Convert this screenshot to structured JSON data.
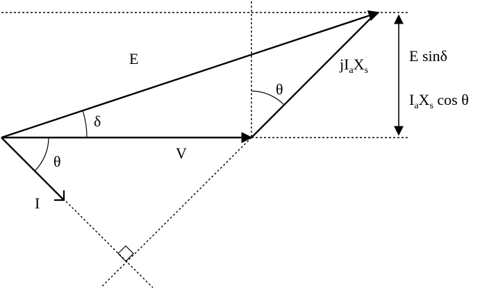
{
  "diagram": {
    "title": "",
    "colors": {
      "stroke": "#000000",
      "background": "#ffffff"
    },
    "labels": {
      "E": "E",
      "V": "V",
      "I": "I",
      "delta": "δ",
      "theta_origin": "θ",
      "theta_tip": "θ",
      "jIaXs": {
        "j": "j",
        "I": "I",
        "a": "a",
        "X": "X",
        "s": "s"
      },
      "E_sin_delta": "E sinδ",
      "IaXs_cos_theta": {
        "I": "I",
        "a": "a",
        "X": "X",
        "s": "s",
        "cos": " cos θ"
      }
    }
  }
}
